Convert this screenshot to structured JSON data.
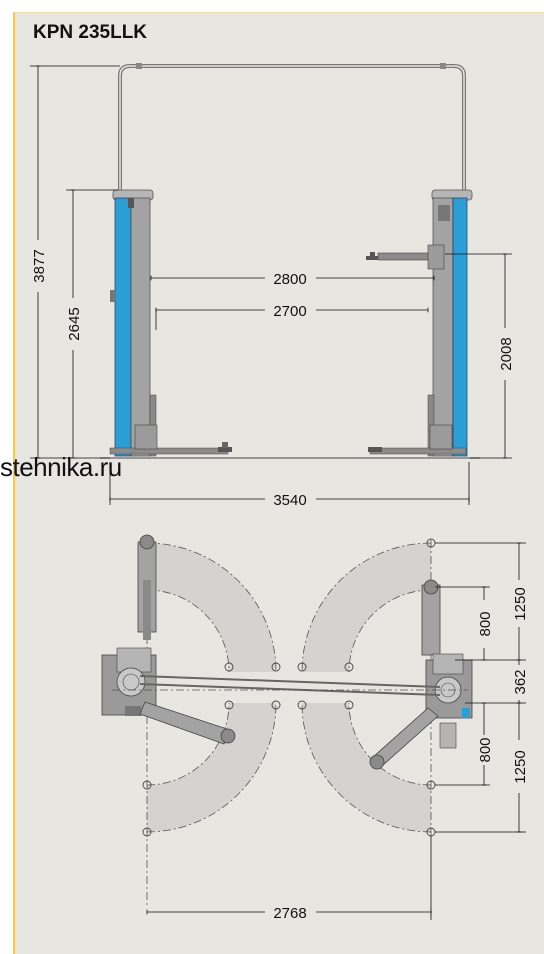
{
  "title": "KPN 235LLK",
  "watermark": "stehnika.ru",
  "dimensions": {
    "total_height": "3877",
    "column_height": "2645",
    "width_between_columns": "2800",
    "clear_width": "2700",
    "lift_height": "2008",
    "overall_width": "3540",
    "plan_front_depth": "1250",
    "plan_front_arm": "800",
    "plan_offset": "362",
    "plan_rear_arm": "800",
    "plan_rear_depth": "1250",
    "arm_span": "2768"
  },
  "colors": {
    "background": "#e8e6e1",
    "border_accent": "#f5cb3a",
    "column_blue": "#2a9fd6",
    "steel_grey": "#9a9a9a",
    "swing_area": "#d4d3cf"
  }
}
